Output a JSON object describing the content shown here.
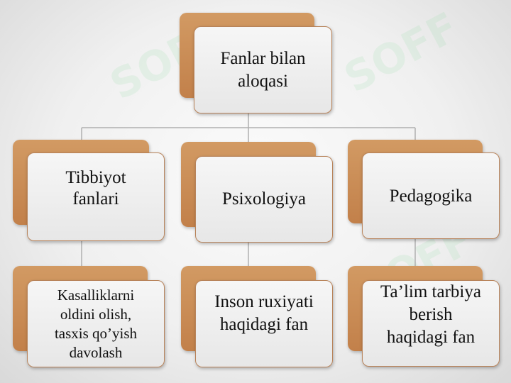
{
  "watermark": "SOFF",
  "root": {
    "label": "Fanlar bilan\naloqasi"
  },
  "branches": [
    {
      "label": "Tibbiyot\nfanlari",
      "detail": "Kasalliklarni\noldini olish,\ntasxis qo’yish\ndavolash"
    },
    {
      "label": "Psixologiya",
      "detail": "Inson ruxiyati\nhaqidagi fan"
    },
    {
      "label": "Pedagogika",
      "detail": "Ta’lim tarbiya\nberish\nhaqidagi fan"
    }
  ],
  "colors": {
    "accent": "#c8874f",
    "box": "#eeeeee",
    "connector": "#b0b0b0"
  }
}
